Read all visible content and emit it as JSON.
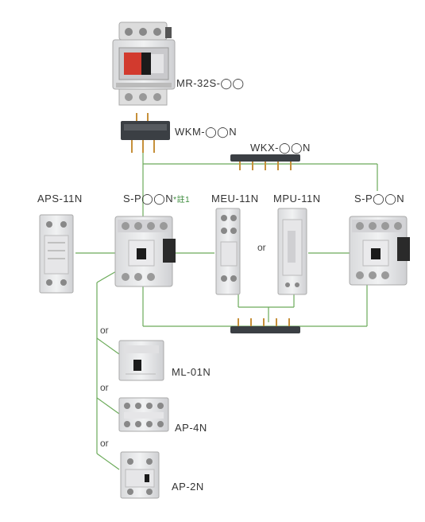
{
  "diagram": {
    "labels": {
      "mr32s": "MR-32S-◯◯",
      "wkm": "WKM-◯◯N",
      "wkx": "WKX-◯◯N",
      "aps": "APS-11N",
      "sp_left": "S-P◯◯N",
      "sp_left_note": "*註1",
      "meu": "MEU-11N",
      "mpu": "MPU-11N",
      "sp_right": "S-P◯◯N",
      "ml01": "ML-01N",
      "ap4": "AP-4N",
      "ap2": "AP-2N"
    },
    "or_labels": [
      "or",
      "or",
      "or",
      "or"
    ],
    "line_color": "#6cab5a"
  }
}
